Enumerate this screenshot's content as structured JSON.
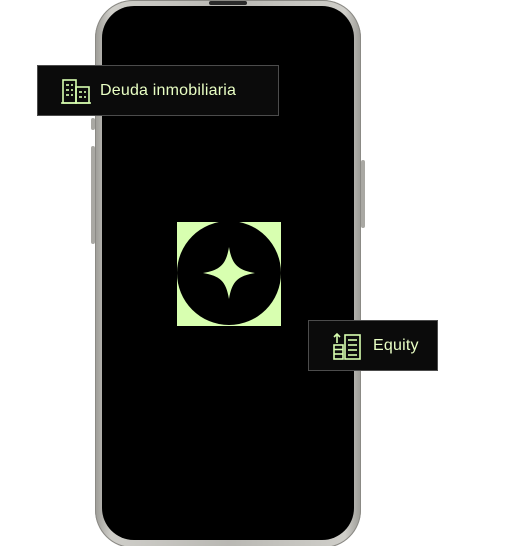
{
  "cards": {
    "deuda": {
      "label": "Deuda inmobiliaria",
      "icon": "building-icon"
    },
    "equity": {
      "label": "Equity",
      "icon": "stacked-coins-chart-icon"
    }
  },
  "center_logo": {
    "icon": "four-point-star-logo"
  },
  "colors": {
    "accent": "#d8ffb0",
    "screen": "#000000",
    "card_bg": "#0b0b0b",
    "card_border": "#4c4c4c"
  }
}
